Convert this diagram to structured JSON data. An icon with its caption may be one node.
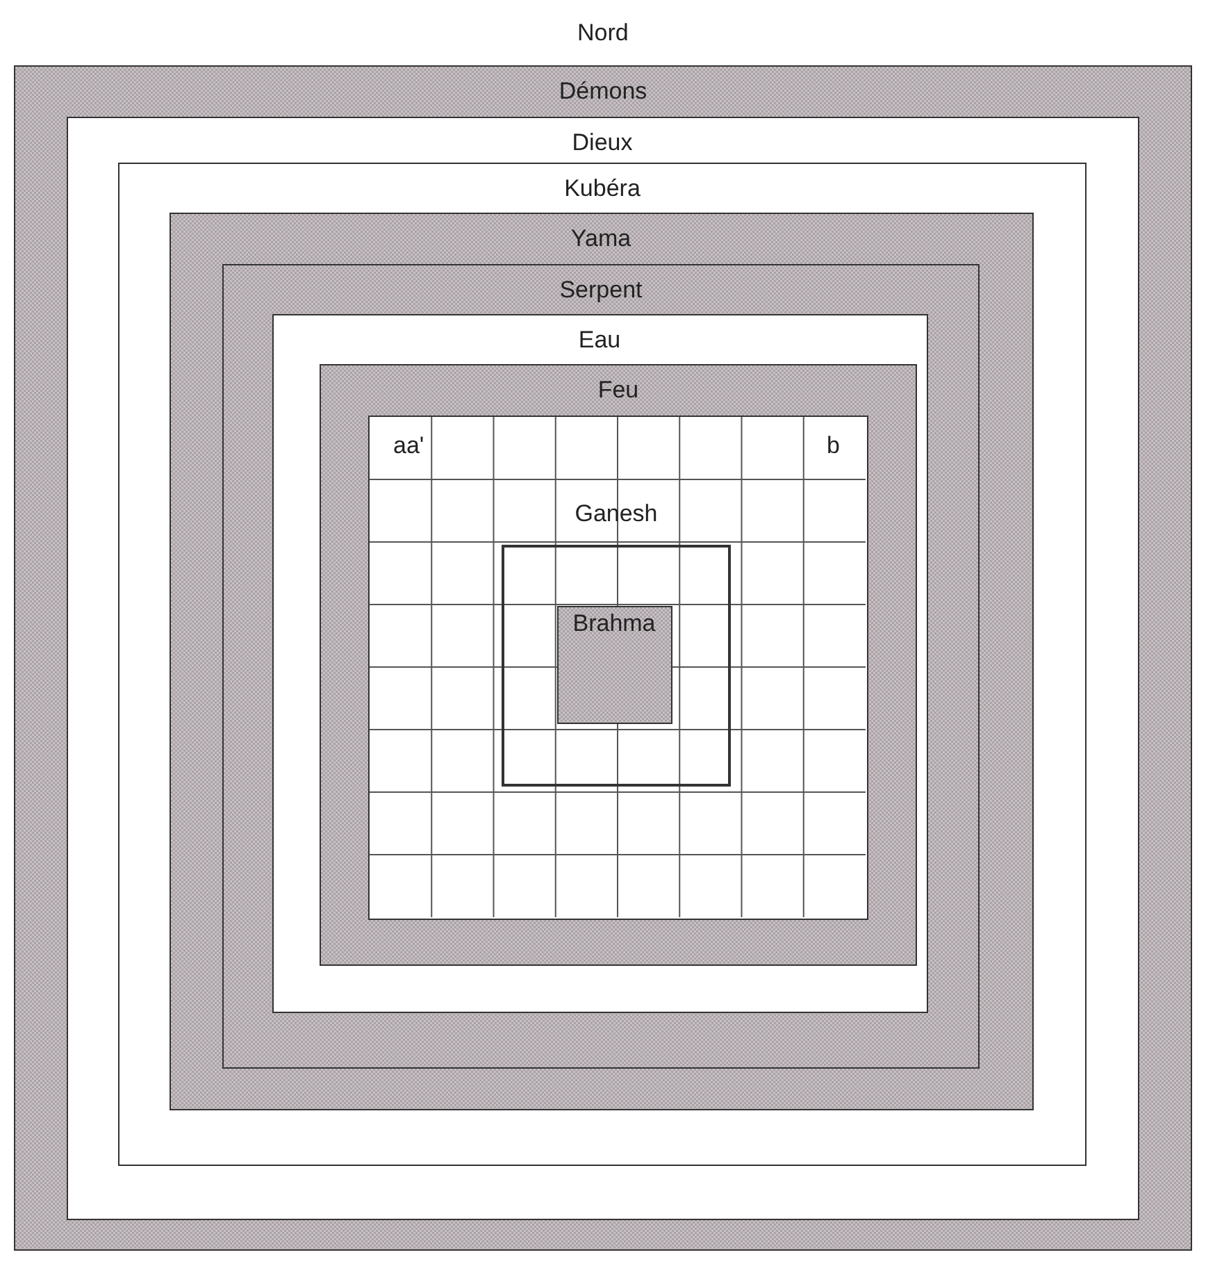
{
  "diagram": {
    "nodes": [
      {
        "text": [
          "Démons"
        ]
      },
      {
        "text": [
          "Dieux"
        ],
        "in": 0
      },
      {
        "text": [
          "Kubéra"
        ],
        "in": 1
      },
      {
        "text": [
          "Yama"
        ],
        "in": 2
      },
      {
        "text": [
          "Serpent"
        ],
        "in": 3
      },
      {
        "text": [
          "Eau"
        ],
        "in": 4
      },
      {
        "text": [
          "Feu"
        ],
        "in": 5
      },
      {
        "text": [],
        "shape": "box",
        "in": 6
      },
      {
        "text": [
          "Ganesh"
        ],
        "in": 7
      },
      {
        "text": [
          "Brahma"
        ],
        "in": 8
      }
    ],
    "labels": [
      "Nord",
      "aa'",
      "b"
    ]
  }
}
